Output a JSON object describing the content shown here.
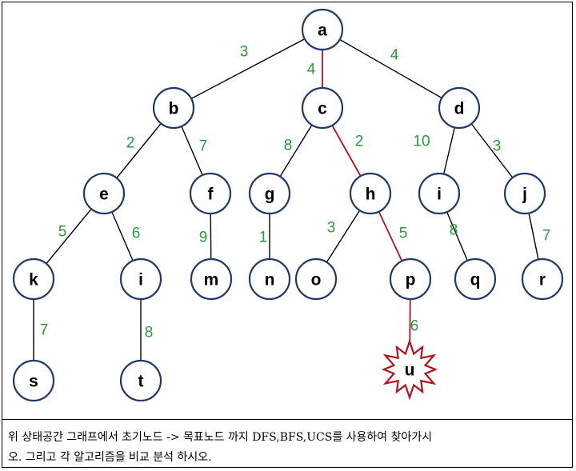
{
  "graph": {
    "nodes": [
      {
        "id": "a",
        "label": "a"
      },
      {
        "id": "b",
        "label": "b"
      },
      {
        "id": "c",
        "label": "c"
      },
      {
        "id": "d",
        "label": "d"
      },
      {
        "id": "e",
        "label": "e"
      },
      {
        "id": "f",
        "label": "f"
      },
      {
        "id": "g",
        "label": "g"
      },
      {
        "id": "h",
        "label": "h"
      },
      {
        "id": "i1",
        "label": "i"
      },
      {
        "id": "j",
        "label": "j"
      },
      {
        "id": "k",
        "label": "k"
      },
      {
        "id": "i2",
        "label": "i"
      },
      {
        "id": "m",
        "label": "m"
      },
      {
        "id": "n",
        "label": "n"
      },
      {
        "id": "o",
        "label": "o"
      },
      {
        "id": "p",
        "label": "p"
      },
      {
        "id": "q",
        "label": "q"
      },
      {
        "id": "r",
        "label": "r"
      },
      {
        "id": "s",
        "label": "s"
      },
      {
        "id": "t",
        "label": "t"
      },
      {
        "id": "u",
        "label": "u",
        "goal": true
      }
    ],
    "edges": [
      {
        "from": "a",
        "to": "b",
        "weight": "3"
      },
      {
        "from": "a",
        "to": "c",
        "weight": "4",
        "highlight": true
      },
      {
        "from": "a",
        "to": "d",
        "weight": "4"
      },
      {
        "from": "b",
        "to": "e",
        "weight": "2"
      },
      {
        "from": "b",
        "to": "f",
        "weight": "7"
      },
      {
        "from": "c",
        "to": "g",
        "weight": "8"
      },
      {
        "from": "c",
        "to": "h",
        "weight": "2",
        "highlight": true
      },
      {
        "from": "d",
        "to": "i1",
        "weight": "10"
      },
      {
        "from": "d",
        "to": "j",
        "weight": "3"
      },
      {
        "from": "e",
        "to": "k",
        "weight": "5"
      },
      {
        "from": "e",
        "to": "i2",
        "weight": "6"
      },
      {
        "from": "f",
        "to": "m",
        "weight": "9"
      },
      {
        "from": "g",
        "to": "n",
        "weight": "1"
      },
      {
        "from": "h",
        "to": "o",
        "weight": "3"
      },
      {
        "from": "h",
        "to": "p",
        "weight": "5",
        "highlight": true
      },
      {
        "from": "i1",
        "to": "q",
        "weight": "8"
      },
      {
        "from": "j",
        "to": "r",
        "weight": "7"
      },
      {
        "from": "k",
        "to": "s",
        "weight": "7"
      },
      {
        "from": "i2",
        "to": "t",
        "weight": "8"
      },
      {
        "from": "p",
        "to": "u",
        "weight": "6",
        "highlight": true
      }
    ],
    "colors": {
      "edge": "#000000",
      "highlight_edge": "#b0161d",
      "weight_text": "#2a9a3a",
      "node_stroke": "#1f3a68",
      "goal_stroke": "#b0161d"
    }
  },
  "caption": {
    "line1": "위 상태공간 그래프에서 초기노드 -> 목표노드 까지 DFS,BFS,UCS를 사용하여 찾아가시",
    "line2": "오. 그리고 각 알고리즘을 비교 분석 하시오."
  }
}
